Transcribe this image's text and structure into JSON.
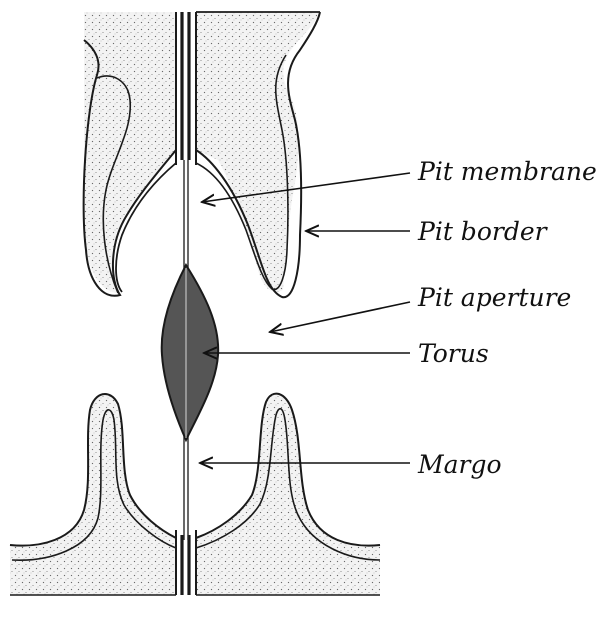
{
  "figure": {
    "labels": {
      "pit_membrane": "Pit membrane",
      "pit_border": "Pit border",
      "pit_aperture": "Pit aperture",
      "torus": "Torus",
      "margo": "Margo"
    }
  }
}
